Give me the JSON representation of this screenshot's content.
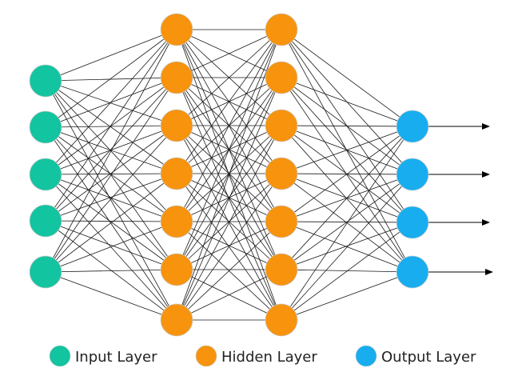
{
  "diagram": {
    "layers": [
      {
        "type": "input",
        "color": "#12C4A0",
        "node_count": 5
      },
      {
        "type": "hidden",
        "color": "#F7930D",
        "node_count": 7
      },
      {
        "type": "hidden",
        "color": "#F7930D",
        "node_count": 7
      },
      {
        "type": "output",
        "color": "#17ADEF",
        "node_count": 4
      }
    ],
    "connections": "fully-connected",
    "output_arrows": true
  },
  "legend": {
    "input_label": "Input Layer",
    "hidden_label": "Hidden Layer",
    "output_label": "Output Layer"
  }
}
